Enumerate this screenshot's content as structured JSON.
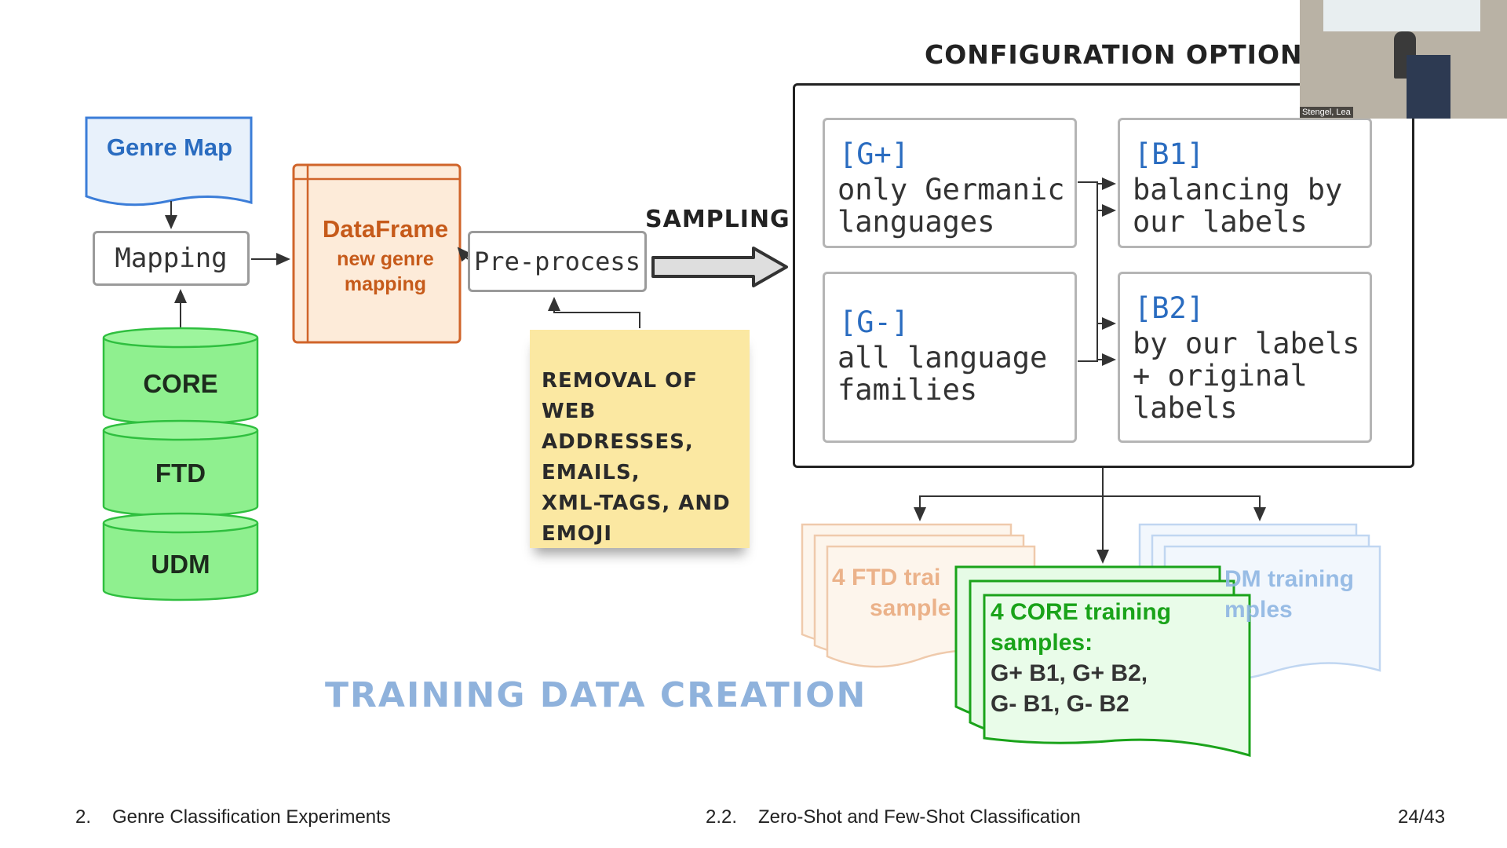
{
  "genre_map": {
    "title": "Genre Map"
  },
  "mapping": {
    "label": "Mapping"
  },
  "databases": [
    {
      "label": "CORE"
    },
    {
      "label": "FTD"
    },
    {
      "label": "UDM"
    }
  ],
  "dataframe": {
    "title": "DataFrame",
    "subtitle_line1": "new genre",
    "subtitle_line2": "mapping"
  },
  "preprocess": {
    "label": "Pre-process"
  },
  "sampling": {
    "label": "SAMPLING"
  },
  "note": {
    "lines": [
      "REMOVAL OF WEB",
      "ADDRESSES,",
      "EMAILS,",
      "XML-TAGS, AND",
      "EMOJI"
    ]
  },
  "config": {
    "title": "CONFIGURATION OPTIONS",
    "options": [
      {
        "code": "[G+]",
        "text": "only Germanic\nlanguages"
      },
      {
        "code": "[G-]",
        "text": "all language\nfamilies"
      },
      {
        "code": "[B1]",
        "text": "balancing by\nour labels"
      },
      {
        "code": "[B2]",
        "text": "by our labels\n+ original\nlabels"
      }
    ]
  },
  "samples": {
    "ftd": {
      "line1": "4  FTD trai",
      "line2": "sample"
    },
    "udm": {
      "line1": "DM training",
      "line2": "mples"
    },
    "core": {
      "line1": "4 CORE training",
      "line2": "samples:",
      "line3": "G+ B1, G+ B2,",
      "line4": "G- B1,  G- B2"
    }
  },
  "training_title": "TRAINING DATA CREATION",
  "footer": {
    "section_num": "2.",
    "section": "Genre Classification Experiments",
    "subsection_num": "2.2.",
    "subsection": "Zero-Shot and Few-Shot Classification",
    "page": "24/43"
  },
  "webcam": {
    "name_label": "Stengel, Lea"
  },
  "colors": {
    "accent_blue": "#2a6cc0",
    "dataframe_orange": "#c65a1a",
    "db_green": "#8ff08f",
    "note_yellow": "#fbe8a2",
    "core_green": "#1aa31a"
  }
}
